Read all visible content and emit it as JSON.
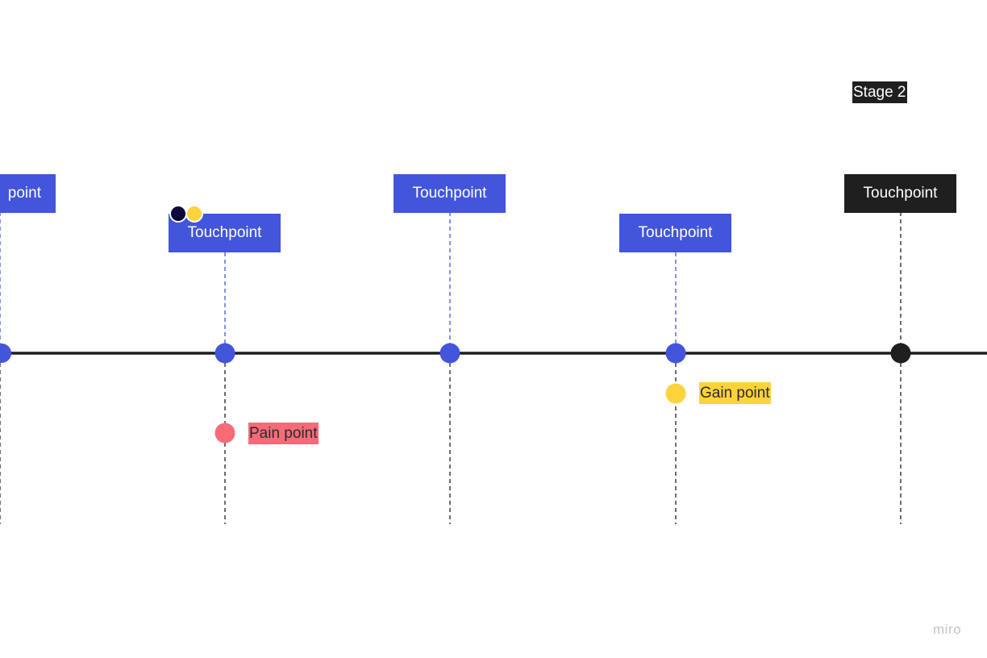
{
  "stage": {
    "label": "Stage 2"
  },
  "touchpoints": [
    {
      "label": "Touchpoint",
      "visible_text": "point",
      "color": "#4255db"
    },
    {
      "label": "Touchpoint",
      "color": "#4255db"
    },
    {
      "label": "Touchpoint",
      "color": "#4255db"
    },
    {
      "label": "Touchpoint",
      "color": "#4255db"
    },
    {
      "label": "Touchpoint",
      "color": "#1f1f1f"
    }
  ],
  "pain_point": {
    "label": "Pain point",
    "color": "#f76b79"
  },
  "gain_point": {
    "label": "Gain point",
    "color": "#fcd33a"
  },
  "collaborators": [
    {
      "icon": "user-avatar-icon",
      "color": "#0b0a3a"
    },
    {
      "icon": "user-avatar-icon",
      "color": "#fcd33a"
    }
  ],
  "watermark": "miro",
  "colors": {
    "timeline": "#1f1f1f",
    "connector_blue": "#4255db",
    "connector_dark": "#1f1f1f"
  }
}
